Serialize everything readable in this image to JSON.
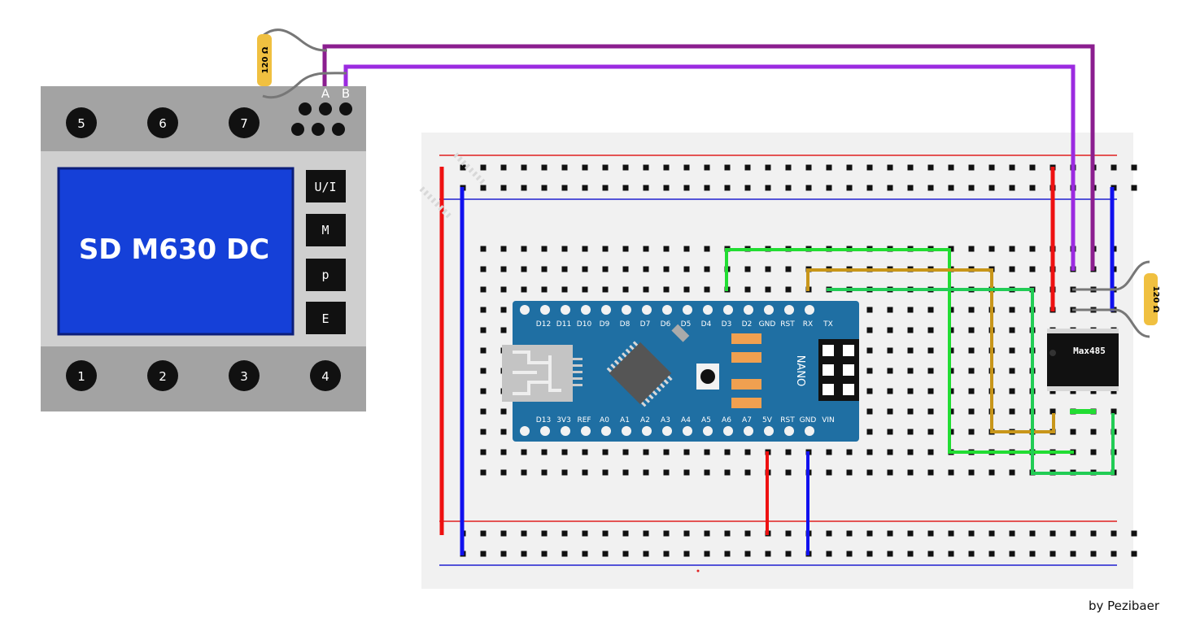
{
  "meter": {
    "display_text": "SD M630 DC",
    "top_terminals": [
      "5",
      "6",
      "7"
    ],
    "bottom_terminals": [
      "1",
      "2",
      "3",
      "4"
    ],
    "buttons": [
      "U/I",
      "M",
      "p",
      "E"
    ],
    "bus_labels": [
      "A",
      "B"
    ]
  },
  "resistors": {
    "left_label": "120 Ω",
    "right_label": "120 Ω"
  },
  "nano": {
    "top_pins": [
      "D12",
      "D11",
      "D10",
      "D9",
      "D8",
      "D7",
      "D6",
      "D5",
      "D4",
      "D3",
      "D2",
      "GND",
      "RST",
      "RX",
      "TX"
    ],
    "bottom_pins": [
      "D13",
      "3V3",
      "REF",
      "A0",
      "A1",
      "A2",
      "A3",
      "A4",
      "A5",
      "A6",
      "A7",
      "5V",
      "RST",
      "GND",
      "VIN"
    ],
    "label": "NANO"
  },
  "transceiver": {
    "label": "Max485"
  },
  "colors": {
    "wire_a": "#8b1e8f",
    "wire_b": "#9b2be0",
    "power": "#ee1111",
    "ground": "#1111ee",
    "green": "#22dd33",
    "ochre": "#c8961a",
    "board": "#1f6fa3",
    "display": "#1540d8"
  },
  "credit": "by Pezibaer"
}
